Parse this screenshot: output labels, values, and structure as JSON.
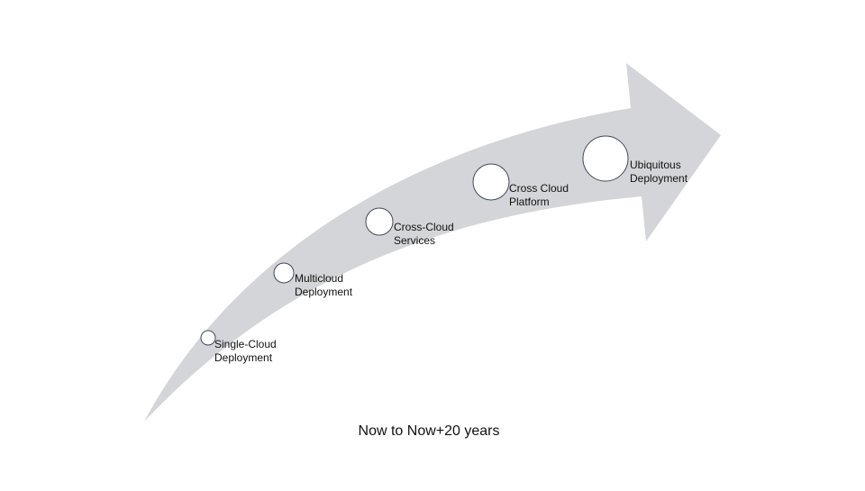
{
  "colors": {
    "arrow_fill": "#d4d5d8",
    "circle_fill": "#ffffff",
    "circle_stroke": "#3f4a5a",
    "text": "#111111"
  },
  "stages": [
    {
      "line1": "Single-Cloud",
      "line2": "Deployment"
    },
    {
      "line1": "Multicloud",
      "line2": "Deployment"
    },
    {
      "line1": "Cross-Cloud",
      "line2": "Services"
    },
    {
      "line1": "Cross Cloud",
      "line2": "Platform"
    },
    {
      "line1": "Ubiquitous",
      "line2": "Deployment"
    }
  ],
  "caption": "Now to Now+20 years"
}
